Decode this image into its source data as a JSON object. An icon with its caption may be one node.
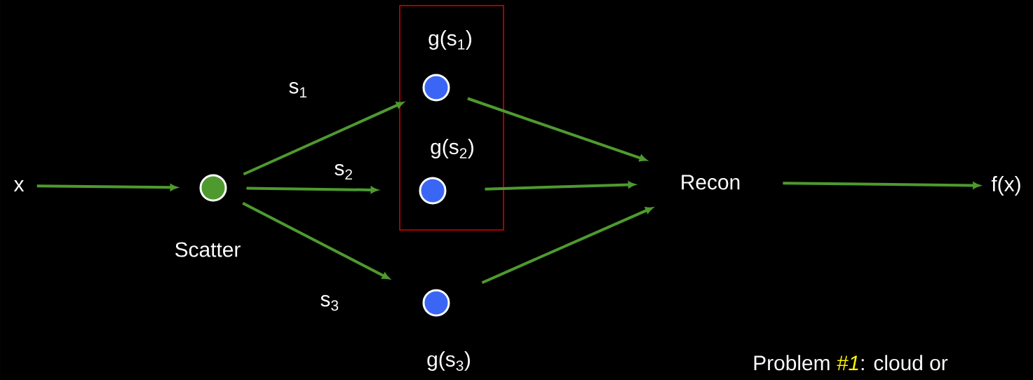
{
  "diagram": {
    "nodes": [
      {
        "text": [
          "x"
        ]
      },
      {
        "text": [],
        "shape": "circle",
        "beside": [
          "Scatter"
        ]
      },
      {
        "text": [],
        "shape": "box"
      },
      {
        "text": [],
        "shape": "circle",
        "in": 2,
        "beside": [
          "g(s$_{1}$)"
        ]
      },
      {
        "text": [],
        "shape": "circle",
        "in": 2,
        "beside": [
          "g(s$_{2}$)"
        ]
      },
      {
        "text": [],
        "shape": "circle",
        "beside": [
          "g(s$_{3}$)"
        ]
      },
      {
        "text": [
          "Recon"
        ]
      },
      {
        "text": [
          "f(x)"
        ]
      }
    ],
    "edges": [
      {
        "from": 0,
        "to": 1,
        "arrow": "to"
      },
      {
        "from": 1,
        "to": 3,
        "arrow": "to",
        "label": "s$_{1}$"
      },
      {
        "from": 1,
        "to": 4,
        "arrow": "to",
        "label": "s$_{2}$"
      },
      {
        "from": 1,
        "to": 5,
        "arrow": "to",
        "label": "s$_{3}$"
      },
      {
        "from": 3,
        "to": 6,
        "arrow": "to"
      },
      {
        "from": 4,
        "to": 6,
        "arrow": "to"
      },
      {
        "from": 5,
        "to": 6,
        "arrow": "to"
      },
      {
        "from": 6,
        "to": 7,
        "arrow": "to"
      }
    ],
    "labels": [
      "Problem *#1*: cloud or"
    ]
  }
}
